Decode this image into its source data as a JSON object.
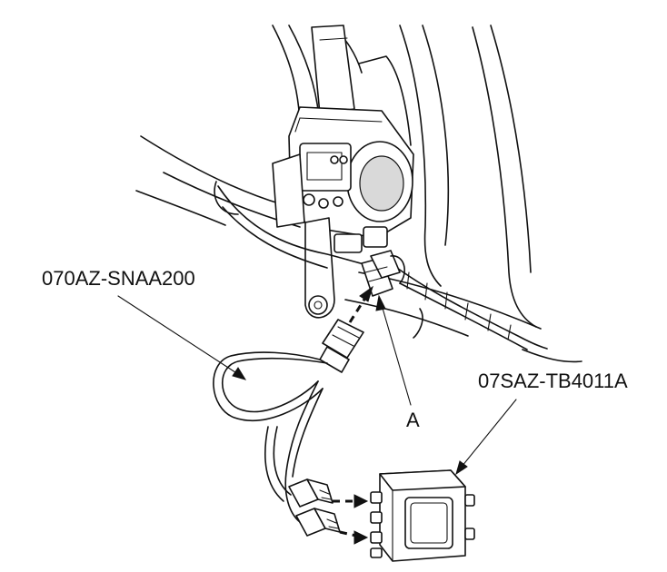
{
  "labels": {
    "harness_part_number": "070AZ-SNAA200",
    "tester_part_number": "07SAZ-TB4011A",
    "connector_callout": "A"
  }
}
